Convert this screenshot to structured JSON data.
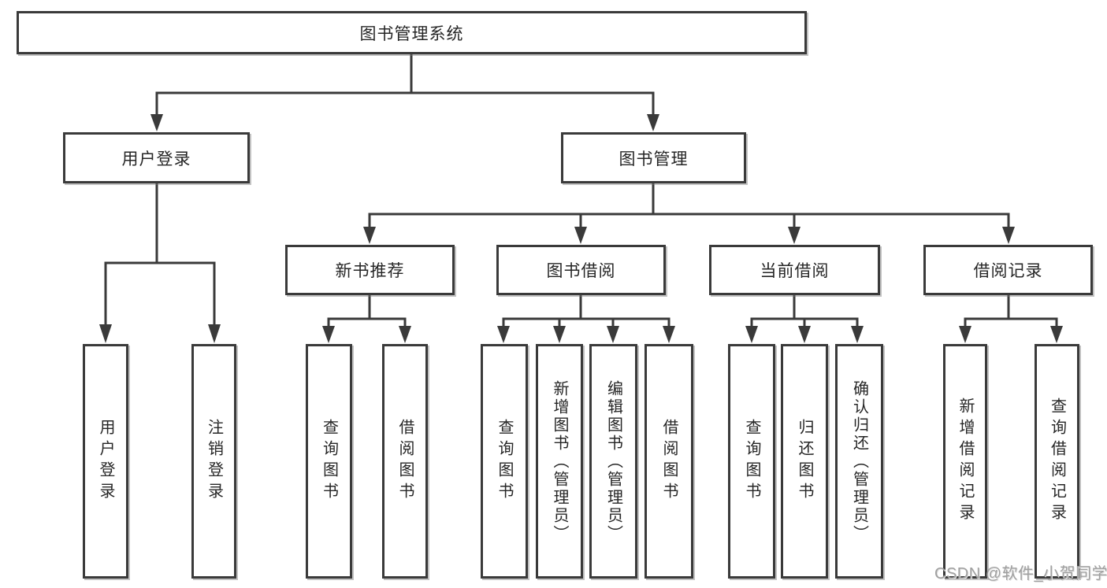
{
  "diagram": {
    "type": "tree",
    "root": {
      "label": "图书管理系统",
      "children": [
        {
          "label": "用户登录",
          "children": [
            {
              "label": "用户登录"
            },
            {
              "label": "注销登录"
            }
          ]
        },
        {
          "label": "图书管理",
          "children": [
            {
              "label": "新书推荐",
              "children": [
                {
                  "label": "查询图书"
                },
                {
                  "label": "借阅图书"
                }
              ]
            },
            {
              "label": "图书借阅",
              "children": [
                {
                  "label": "查询图书"
                },
                {
                  "label": "新增图书（管理员）"
                },
                {
                  "label": "编辑图书（管理员）"
                },
                {
                  "label": "借阅图书"
                }
              ]
            },
            {
              "label": "当前借阅",
              "children": [
                {
                  "label": "查询图书"
                },
                {
                  "label": "归还图书"
                },
                {
                  "label": "确认归还（管理员）"
                }
              ]
            },
            {
              "label": "借阅记录",
              "children": [
                {
                  "label": "新增借阅记录"
                },
                {
                  "label": "查询借阅记录"
                }
              ]
            }
          ]
        }
      ]
    }
  },
  "watermark": {
    "text": "CSDN @软件_小贺同学"
  },
  "colors": {
    "background": "#ffffff",
    "box_border": "#3a3a3a",
    "text": "#262626",
    "watermark": "#a0a0a0"
  }
}
